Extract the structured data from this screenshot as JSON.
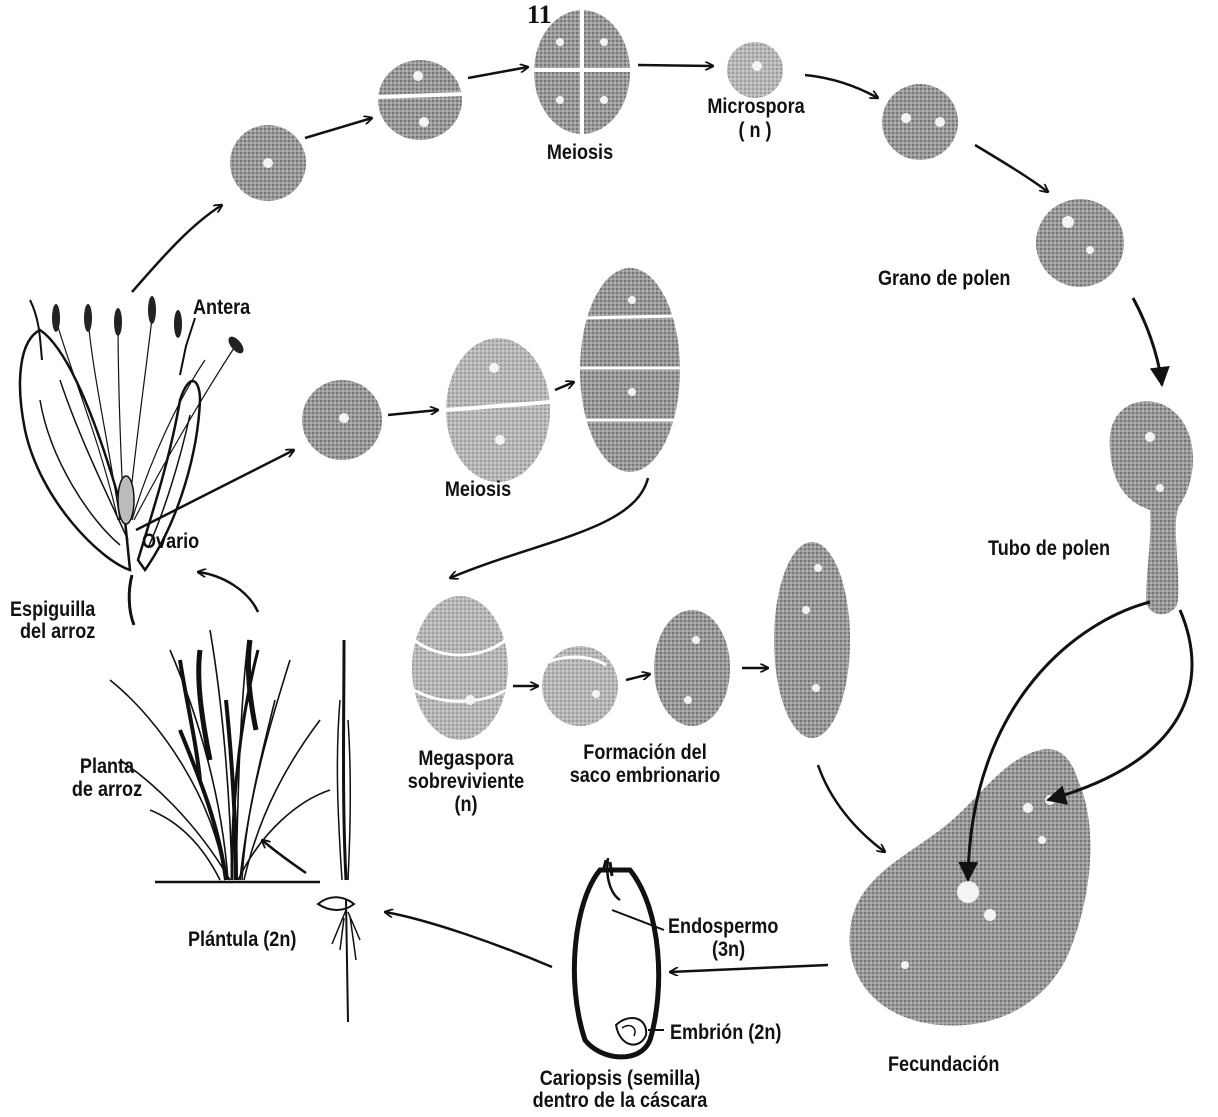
{
  "page_number": "11",
  "labels": {
    "meiosis_top": "Meiosis",
    "microspora": "Microspora",
    "microspora_ploidy": "( n )",
    "grano_polen": "Grano de polen",
    "antera": "Antera",
    "meiosis_mid": "Meiosis",
    "tubo_polen": "Tubo de polen",
    "ovario": "Ovario",
    "espiguilla_1": "Espiguilla",
    "espiguilla_2": "del arroz",
    "planta_1": "Planta",
    "planta_2": "de arroz",
    "megaspora_1": "Megaspora",
    "megaspora_2": "sobreviviente",
    "megaspora_3": "(n)",
    "formacion_1": "Formación del",
    "formacion_2": "saco embrionario",
    "endospermo_1": "Endospermo",
    "endospermo_2": "(3n)",
    "embrion": "Embrión (2n)",
    "plantula": "Plántula (2n)",
    "fecundacion": "Fecundación",
    "cariopsis_1": "Cariopsis (semilla)",
    "cariopsis_2": "dentro de la cáscara"
  },
  "colors": {
    "ink": "#111111",
    "cell_fill": "#8f8f8f",
    "cell_light": "#a9a9a9",
    "nucleus": "#f4f4f4"
  }
}
